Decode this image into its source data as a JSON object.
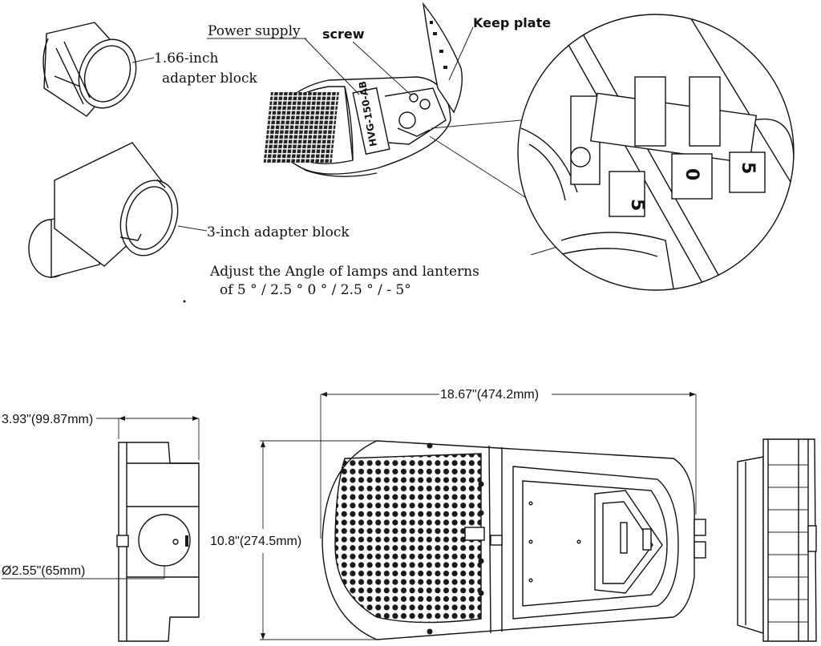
{
  "labels": {
    "power_supply": "Power supply",
    "screw": "screw",
    "keep_plate": "Keep plate",
    "adapter_166_line1": "1.66-inch",
    "adapter_166_line2": "adapter block",
    "adapter_3inch": "3-inch adapter block",
    "angle_line1": "Adjust the Angle of lamps and lanterns",
    "angle_line2": "of 5 °  / 2.5 °  0 °  / 2.5 °  / - 5°",
    "driver_text": "HVG-150-AB",
    "tick_plus5": "5",
    "tick_0": "0",
    "tick_minus5": "5"
  },
  "dimensions": {
    "length": "18.67\"(474.2mm)",
    "width": "10.8\"(274.5mm)",
    "depth": "3.93\"(99.87mm)",
    "diameter": "Ø2.55\"(65mm)"
  }
}
